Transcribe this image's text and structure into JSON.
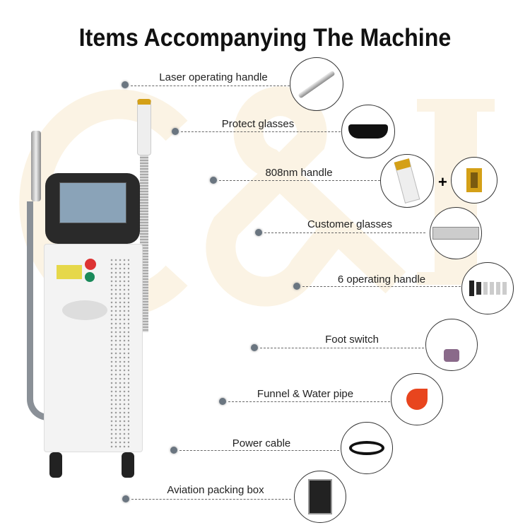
{
  "title": "Items Accompanying The Machine",
  "watermark": "C&I",
  "plus": "+",
  "items": [
    {
      "label": "Laser operating handle",
      "icon": "laser-handle-icon"
    },
    {
      "label": "Protect glasses",
      "icon": "protect-glasses-icon"
    },
    {
      "label": "808nm handle",
      "icon": "808nm-handle-icon"
    },
    {
      "label": "Customer glasses",
      "icon": "customer-glasses-icon"
    },
    {
      "label": "6 operating handle",
      "icon": "operating-tips-icon"
    },
    {
      "label": "Foot switch",
      "icon": "foot-switch-icon"
    },
    {
      "label": "Funnel & Water pipe",
      "icon": "funnel-icon"
    },
    {
      "label": "Power cable",
      "icon": "power-cable-icon"
    },
    {
      "label": "Aviation packing box",
      "icon": "packing-box-icon"
    }
  ]
}
